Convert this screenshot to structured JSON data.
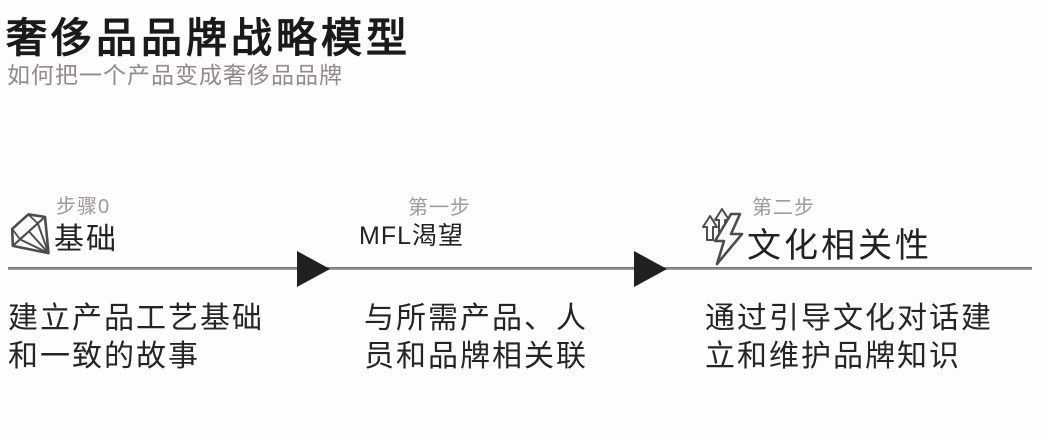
{
  "page": {
    "title": "奢侈品品牌战略模型",
    "subtitle": "如何把一个产品变成奢侈品品牌"
  },
  "colors": {
    "background": "#fdfdfd",
    "title": "#1a1a1a",
    "subtitle": "#95898a",
    "step_label": "#a4989a",
    "step_title": "#222222",
    "body_text": "#252525",
    "timeline_line": "#8b8b8b",
    "arrowhead": "#202020",
    "icon_stroke": "#4d4d4d"
  },
  "timeline": {
    "arrow_count": 2
  },
  "steps": [
    {
      "label": "步骤0",
      "title": "基础",
      "icon": "diamond-icon",
      "description": "建立产品工艺基础\n和一致的故事"
    },
    {
      "label": "第一步",
      "title": "MFL渴望",
      "icon": "",
      "description": "与所需产品、人\n员和品牌相关联"
    },
    {
      "label": "第二步",
      "title": "文化相关性",
      "icon": "lightning-arrows-icon",
      "description": "通过引导文化对话建\n立和维护品牌知识"
    }
  ]
}
